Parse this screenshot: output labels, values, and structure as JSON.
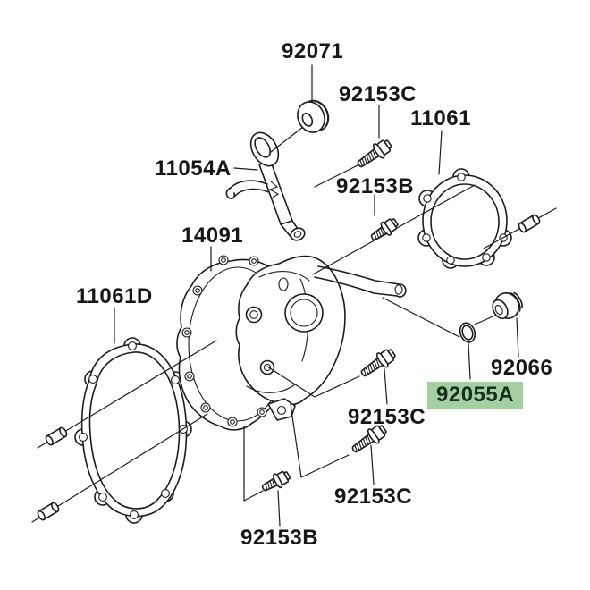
{
  "diagram": {
    "colors": {
      "background": "#ffffff",
      "line": "#1c1c1c",
      "highlight_bg": "#a3cfa3",
      "highlight_text": "#16301a"
    },
    "parts": [
      {
        "label": "92071",
        "highlighted": false
      },
      {
        "label": "92153C",
        "highlighted": false
      },
      {
        "label": "11061",
        "highlighted": false
      },
      {
        "label": "11054A",
        "highlighted": false
      },
      {
        "label": "92153B",
        "highlighted": false
      },
      {
        "label": "14091",
        "highlighted": false
      },
      {
        "label": "11061D",
        "highlighted": false
      },
      {
        "label": "92066",
        "highlighted": false
      },
      {
        "label": "92055A",
        "highlighted": true
      },
      {
        "label": "92153C",
        "highlighted": false
      },
      {
        "label": "92153C",
        "highlighted": false
      },
      {
        "label": "92153B",
        "highlighted": false
      }
    ]
  }
}
